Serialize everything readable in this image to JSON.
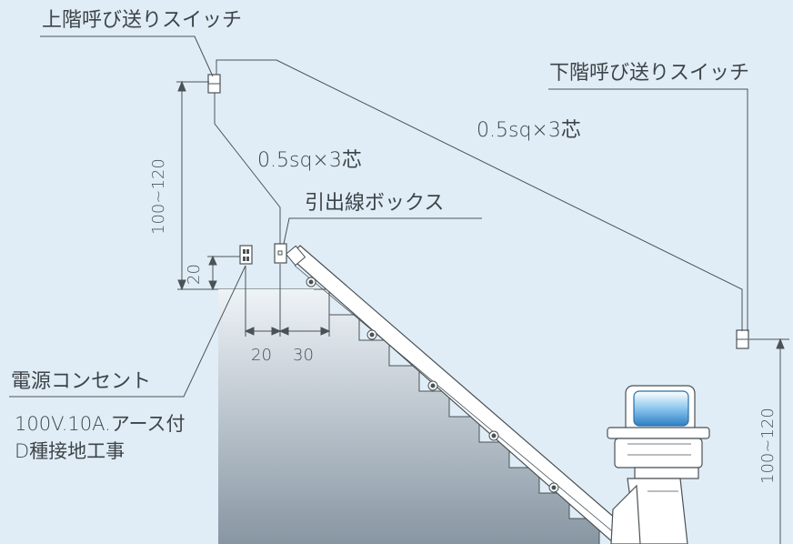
{
  "labels": {
    "upper_switch": "上階呼び送りスイッチ",
    "lower_switch": "下階呼び送りスイッチ",
    "cable_long": "0.5sq×3芯",
    "cable_short": "0.5sq×3芯",
    "junction_box": "引出線ボックス",
    "outlet": "電源コンセント",
    "outlet_spec_1": "100V.10A.アース付",
    "outlet_spec_2": "D種接地工事"
  },
  "dimensions": {
    "upper_switch_height": "100~120",
    "outlet_height": "20",
    "outlet_offset_1": "20",
    "outlet_offset_2": "30",
    "lower_switch_height": "100~120"
  },
  "colors": {
    "background": "#e1edf6",
    "line": "#4a5256",
    "stair_top": "#eef3f7",
    "stair_bottom": "#8896a3",
    "seat_blue": "#3a8fd0"
  }
}
